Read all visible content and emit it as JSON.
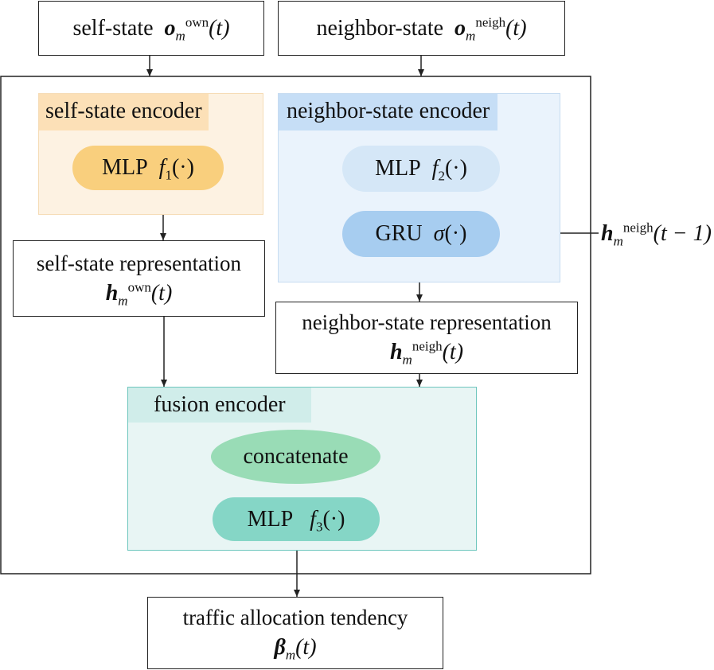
{
  "inputs": {
    "self_state": {
      "label": "self-state",
      "sym": "o",
      "sub": "m",
      "sup": "own",
      "arg": "(t)"
    },
    "neighbor_state": {
      "label": "neighbor-state",
      "sym": "o",
      "sub": "m",
      "sup": "neigh",
      "arg": "(t)"
    }
  },
  "self_encoder": {
    "title": "self-state encoder",
    "mlp": {
      "label": "MLP",
      "fn": "f",
      "sub": "1",
      "arg": "(·)"
    }
  },
  "neighbor_encoder": {
    "title": "neighbor-state encoder",
    "mlp": {
      "label": "MLP",
      "fn": "f",
      "sub": "2",
      "arg": "(·)"
    },
    "gru": {
      "label": "GRU",
      "fn": "σ",
      "arg": "(·)"
    }
  },
  "hidden_input": {
    "sym": "h",
    "sub": "m",
    "sup": "neigh",
    "arg": "(t − 1)"
  },
  "self_repr": {
    "label": "self-state representation",
    "sym": "h",
    "sub": "m",
    "sup": "own",
    "arg": "(t)"
  },
  "neighbor_repr": {
    "label": "neighbor-state representation",
    "sym": "h",
    "sub": "m",
    "sup": "neigh",
    "arg": "(t)"
  },
  "fusion_encoder": {
    "title": "fusion encoder",
    "concat": {
      "label": "concatenate"
    },
    "mlp": {
      "label": "MLP",
      "fn": "f",
      "sub": "3",
      "arg": "(·)"
    }
  },
  "output": {
    "label": "traffic allocation tendency",
    "sym": "β",
    "sub": "m",
    "arg": "(t)"
  },
  "colors": {
    "self_panel": "#fdf2e2",
    "self_title": "#fce0b7",
    "self_pill": "#f9cf7d",
    "neigh_panel": "#eaf3fc",
    "neigh_title": "#c6def6",
    "neigh_mlp": "#d5e7f7",
    "neigh_gru": "#a7cdf0",
    "fusion_panel": "#e8f5f4",
    "fusion_border": "#6ec6bd",
    "fusion_title": "#d0edea",
    "concat": "#99dcb6",
    "fusion_mlp": "#85d6c6"
  }
}
